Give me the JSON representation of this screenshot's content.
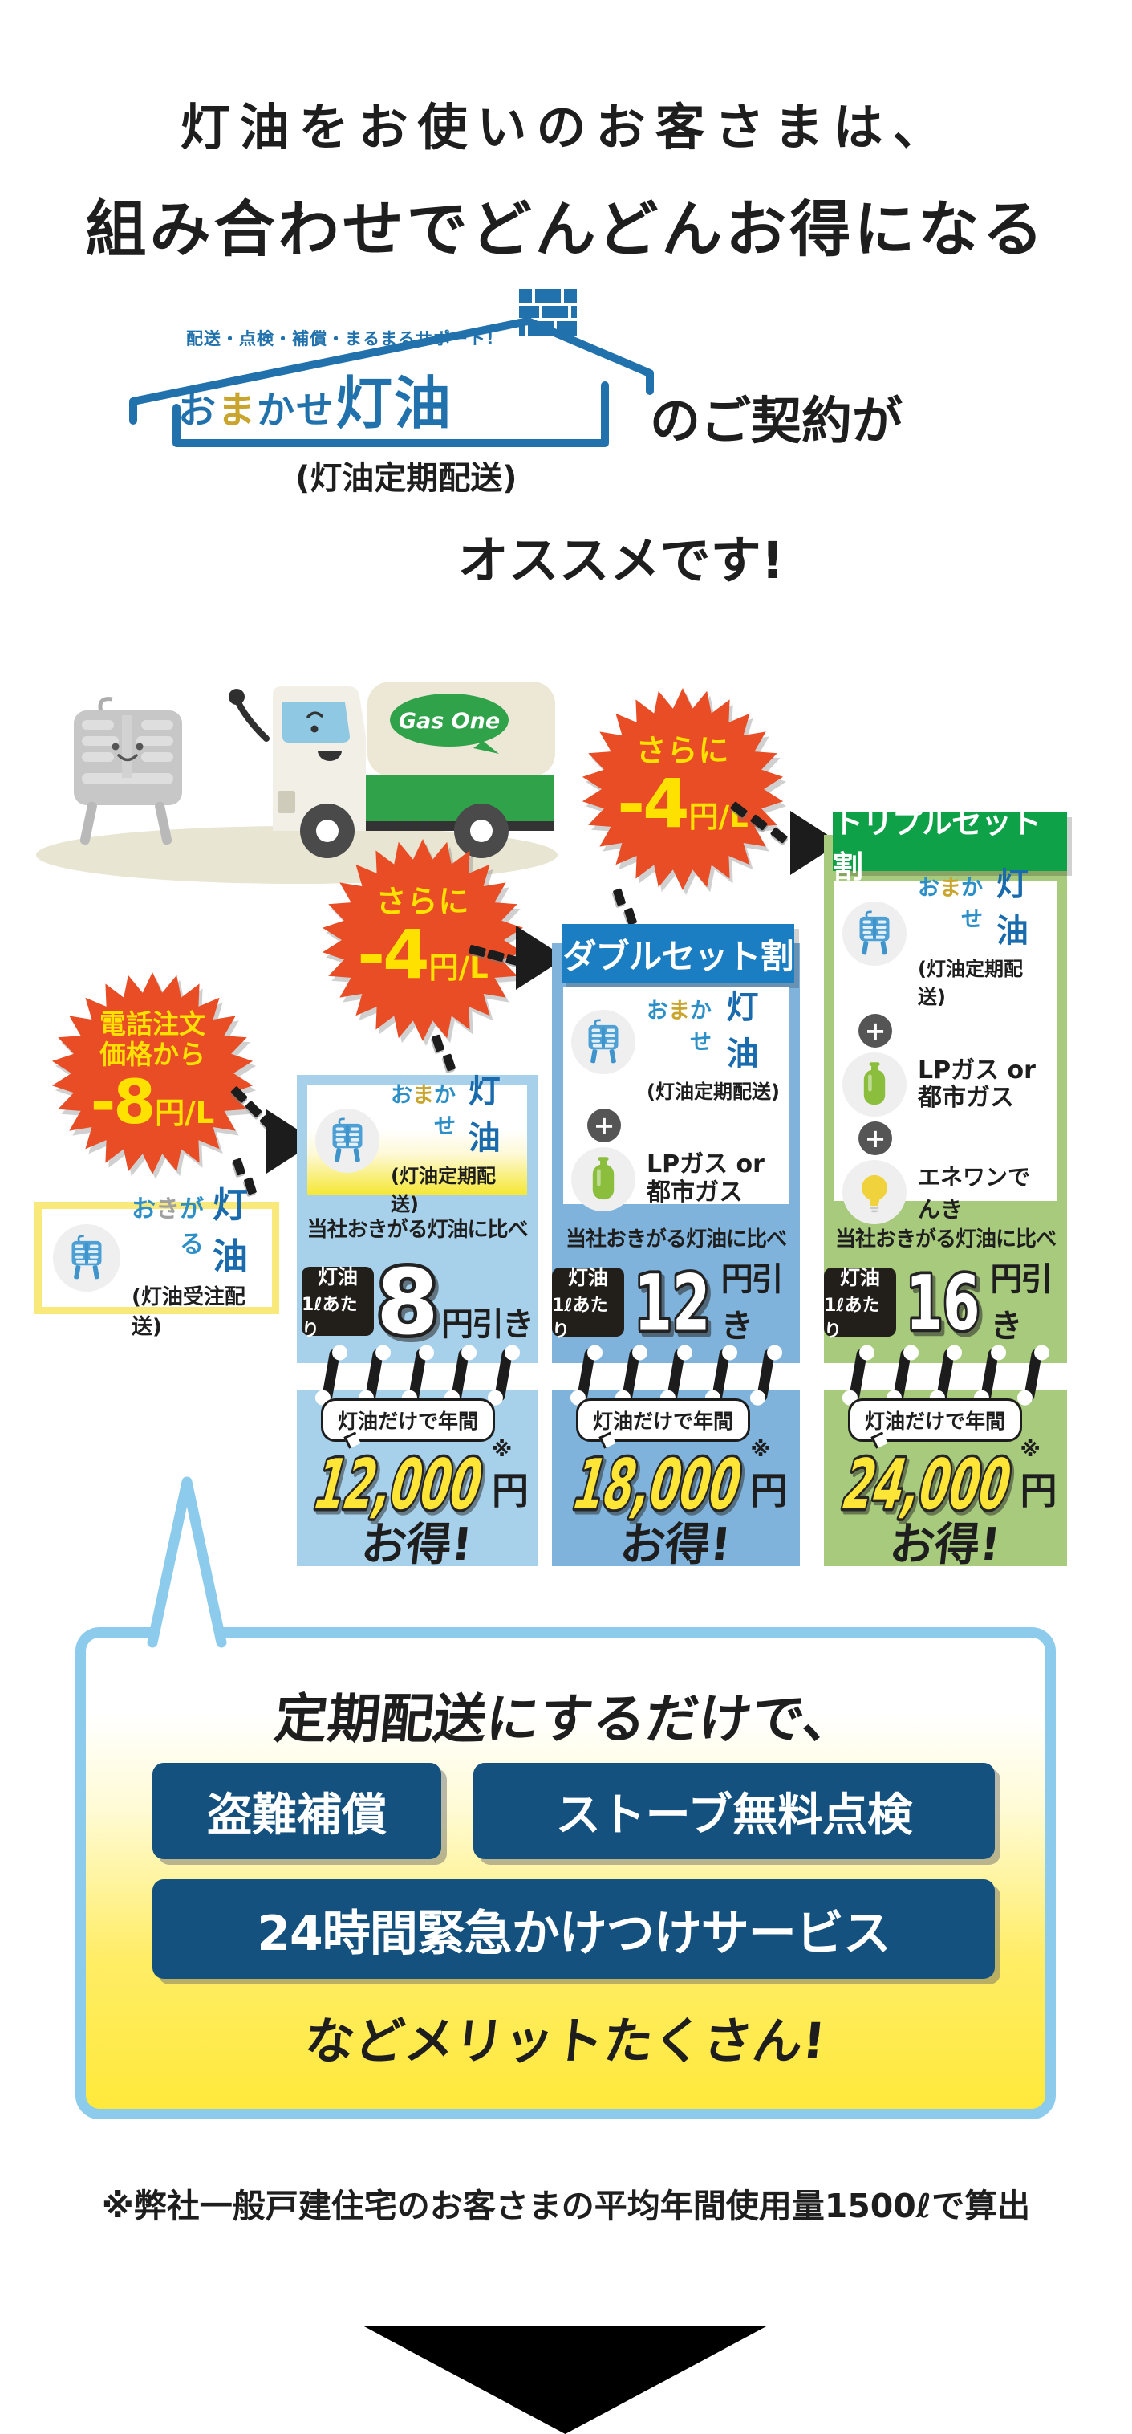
{
  "colors": {
    "brand_blue": "#2171AC",
    "brand_accent_yellow": "#C9A52D",
    "burst_orange": "#E84D25",
    "burst_text_yellow": "#FFE100",
    "col1_bg": "#A7D0EA",
    "col2_bg": "#7FB3DB",
    "col2_header": "#1B7EC2",
    "col3_bg": "#A8CA7D",
    "col3_header": "#0FA148",
    "base_card_border": "#F9E97A",
    "navy_button": "#14517E",
    "box_border_blue": "#8CCBEC",
    "box_yellow": "#FFE93B",
    "number_yellow": "#FFE535",
    "stove_icon_blue": "#4E9FD3",
    "gas_icon_green": "#8BBE3D",
    "bulb_icon_yellow": "#F0D33C",
    "truck_green": "#2FA24A"
  },
  "icons": {
    "plus": "+"
  },
  "header": {
    "title_line1": "灯油をお使いのお客さまは、",
    "title_line2": "組み合わせでどんどんお得になる",
    "logo_tagline": "配送・点検・補償・まるまるサポート!",
    "contract_suffix": "のご契約が",
    "recommend": "オススメです!"
  },
  "plans": {
    "omakase": {
      "p1": "お",
      "p2": "ま",
      "p3": "かせ",
      "main": "灯油",
      "subtitle": "(灯油定期配送)"
    },
    "okigaru": {
      "p1": "お",
      "p2": "き",
      "p3": "がる",
      "main": "灯油",
      "subtitle": "(灯油受注配送)"
    },
    "gas": {
      "line1": "LPガス or",
      "line2": "都市ガス"
    },
    "denki": {
      "label": "エネワンでんき"
    }
  },
  "illustration": {
    "truck_label": "Gas One"
  },
  "badges": {
    "left": {
      "line1": "電話注文",
      "line2": "価格から",
      "amount": "-8",
      "unit": "円/L"
    },
    "mid": {
      "line1": "さらに",
      "amount": "-4",
      "unit": "円/L"
    },
    "top": {
      "line1": "さらに",
      "amount": "-4",
      "unit": "円/L"
    }
  },
  "columns": [
    {
      "compare": "当社おきがる灯油に比べ",
      "per_label1": "灯油",
      "per_label2": "1ℓあたり",
      "discount": "8",
      "discount_unit": "円引き",
      "annual_label": "灯油だけで年間",
      "annual": "12,000",
      "annual_unit": "円",
      "annual_note": "※",
      "annual_suffix": "お得!"
    },
    {
      "header": "ダブルセット割",
      "compare": "当社おきがる灯油に比べ",
      "per_label1": "灯油",
      "per_label2": "1ℓあたり",
      "discount": "12",
      "discount_unit": "円引き",
      "annual_label": "灯油だけで年間",
      "annual": "18,000",
      "annual_unit": "円",
      "annual_note": "※",
      "annual_suffix": "お得!"
    },
    {
      "header": "トリプルセット割",
      "compare": "当社おきがる灯油に比べ",
      "per_label1": "灯油",
      "per_label2": "1ℓあたり",
      "discount": "16",
      "discount_unit": "円引き",
      "annual_label": "灯油だけで年間",
      "annual": "24,000",
      "annual_unit": "円",
      "annual_note": "※",
      "annual_suffix": "お得!"
    }
  ],
  "benefits": {
    "title": "定期配送にするだけで、",
    "items": [
      "盗難補償",
      "ストーブ無料点検",
      "24時間緊急かけつけサービス"
    ],
    "footer": "などメリットたくさん!"
  },
  "footnote": "※弊社一般戸建住宅のお客さまの平均年間使用量1500ℓで算出"
}
